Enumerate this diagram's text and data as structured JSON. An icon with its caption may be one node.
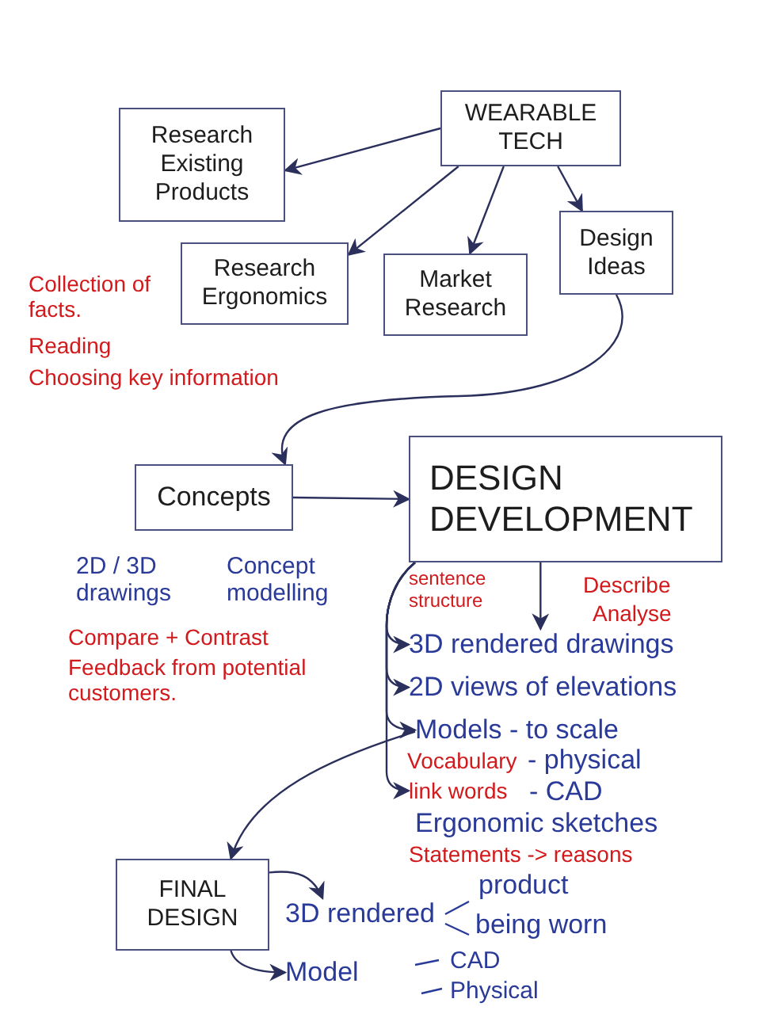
{
  "diagram": {
    "nodes": [
      {
        "text": [
          "WEARABLE TECH"
        ]
      },
      {
        "text": [
          "Research Existing Products"
        ]
      },
      {
        "text": [
          "Research Ergonomics"
        ]
      },
      {
        "text": [
          "Market Research"
        ]
      },
      {
        "text": [
          "Design Ideas"
        ]
      },
      {
        "text": [
          "Concepts"
        ]
      },
      {
        "text": [
          "DESIGN DEVELOPMENT"
        ]
      },
      {
        "text": [
          "3D rendered drawings"
        ]
      },
      {
        "text": [
          "2D views of elevations"
        ]
      },
      {
        "text": [
          "Models - to scale"
        ]
      },
      {
        "text": [
          "link words"
        ]
      },
      {
        "text": [
          "FINAL DESIGN"
        ]
      },
      {
        "text": [
          "3D rendered"
        ]
      },
      {
        "text": [
          "Model"
        ]
      }
    ],
    "edges": [
      {
        "from": 0,
        "to": 1,
        "arrow": "to"
      },
      {
        "from": 0,
        "to": 2,
        "arrow": "to"
      },
      {
        "from": 0,
        "to": 3,
        "arrow": "to"
      },
      {
        "from": 0,
        "to": 4,
        "arrow": "to"
      },
      {
        "from": 4,
        "to": 5,
        "arrow": "to"
      },
      {
        "from": 5,
        "to": 6,
        "arrow": "to"
      },
      {
        "from": 6,
        "to": 7,
        "arrow": "to"
      },
      {
        "from": 6,
        "to": 7,
        "arrow": "to"
      },
      {
        "from": 6,
        "to": 8,
        "arrow": "to"
      },
      {
        "from": 6,
        "to": 9,
        "arrow": "to"
      },
      {
        "from": 6,
        "to": 10,
        "arrow": "to"
      },
      {
        "from": 9,
        "to": 11,
        "arrow": "to"
      },
      {
        "from": 11,
        "to": 12,
        "arrow": "to"
      },
      {
        "from": 11,
        "to": 13,
        "arrow": "to"
      }
    ],
    "labels": [
      "Collection of facts.",
      "Reading",
      "Choosing key information",
      "2D / 3D drawings",
      "Concept modelling",
      "Compare + Contrast",
      "Feedback from potential customers.",
      "sentence structure",
      "Describe",
      "Analyse",
      "Vocabulary",
      "- physical",
      "- CAD",
      "Ergonomic sketches",
      "Statements -> reasons",
      "product",
      "being worn",
      "CAD",
      "Physical"
    ]
  }
}
